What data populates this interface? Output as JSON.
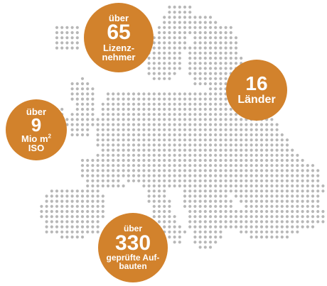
{
  "colors": {
    "badge": "#d2822c",
    "dot": "#b7b7b7"
  },
  "badges": {
    "licensees": {
      "prefix": "über",
      "value": "65",
      "line1": "Lizenz-",
      "line2": "nehmer"
    },
    "countries": {
      "value": "16",
      "label": "Länder"
    },
    "area": {
      "prefix": "über",
      "value": "9",
      "unit": "Mio m",
      "unit_sup": "2",
      "label": "ISO"
    },
    "setups": {
      "prefix": "über",
      "value": "330",
      "line1": "geprüfte Auf-",
      "line2": "bauten"
    }
  }
}
